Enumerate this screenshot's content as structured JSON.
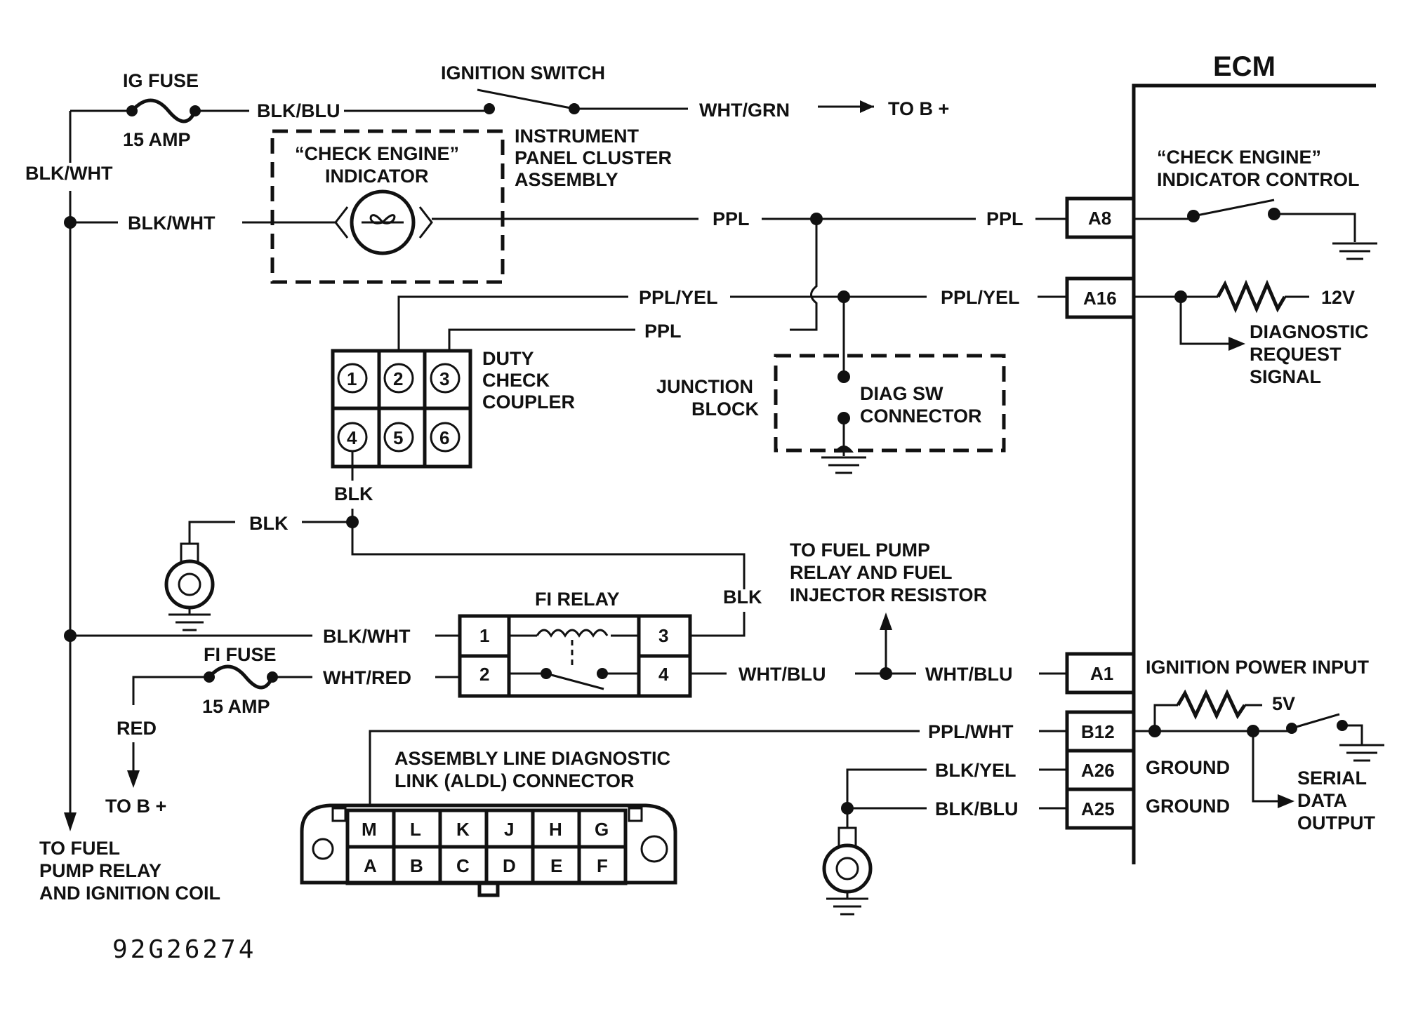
{
  "ecm": {
    "title": "ECM"
  },
  "ig_fuse": {
    "name": "IG FUSE",
    "rating": "15 AMP"
  },
  "ignition_switch": {
    "label": "IGNITION SWITCH"
  },
  "fi_fuse": {
    "name": "FI FUSE",
    "rating": "15 AMP"
  },
  "fi_relay": {
    "name": "FI RELAY",
    "pins": [
      "1",
      "2",
      "3",
      "4"
    ]
  },
  "check_engine": {
    "indicator": [
      "“CHECK ENGINE”",
      "INDICATOR"
    ],
    "cluster": [
      "INSTRUMENT",
      "PANEL CLUSTER",
      "ASSEMBLY"
    ],
    "control": [
      "“CHECK ENGINE”",
      "INDICATOR CONTROL"
    ]
  },
  "duty_check_coupler": {
    "label": [
      "DUTY",
      "CHECK",
      "COUPLER"
    ],
    "pins": [
      "1",
      "2",
      "3",
      "4",
      "5",
      "6"
    ]
  },
  "junction_block": {
    "label": [
      "JUNCTION",
      "BLOCK"
    ]
  },
  "diag_sw": {
    "label": [
      "DIAG SW",
      "CONNECTOR"
    ]
  },
  "aldl": {
    "label": [
      "ASSEMBLY LINE DIAGNOSTIC",
      "LINK (ALDL) CONNECTOR"
    ],
    "top_pins": [
      "M",
      "L",
      "K",
      "J",
      "H",
      "G"
    ],
    "bottom_pins": [
      "A",
      "B",
      "C",
      "D",
      "E",
      "F"
    ]
  },
  "wires": {
    "blk_blu": "BLK/BLU",
    "wht_grn": "WHT/GRN",
    "to_b_plus": "TO B +",
    "blk_wht": "BLK/WHT",
    "ppl": "PPL",
    "ppl_yel": "PPL/YEL",
    "blk": "BLK",
    "wht_red": "WHT/RED",
    "wht_blu": "WHT/BLU",
    "red": "RED",
    "ppl_wht": "PPL/WHT",
    "blk_yel": "BLK/YEL"
  },
  "ecm_pins": {
    "a8": "A8",
    "a16": "A16",
    "a1": "A1",
    "b12": "B12",
    "a26": "A26",
    "a25": "A25"
  },
  "ecm_labels": {
    "v12": "12V",
    "v5": "5V",
    "diag_request": [
      "DIAGNOSTIC",
      "REQUEST",
      "SIGNAL"
    ],
    "ign_power": "IGNITION POWER INPUT",
    "ground": "GROUND",
    "serial_data": [
      "SERIAL",
      "DATA",
      "OUTPUT"
    ]
  },
  "notes": {
    "to_fuel_pump_relay_injector": [
      "TO FUEL PUMP",
      "RELAY AND FUEL",
      "INJECTOR RESISTOR"
    ],
    "to_fuel_pump_ign_coil": [
      "TO FUEL",
      "PUMP RELAY",
      "AND IGNITION COIL"
    ]
  },
  "figure_code": "92G26274"
}
